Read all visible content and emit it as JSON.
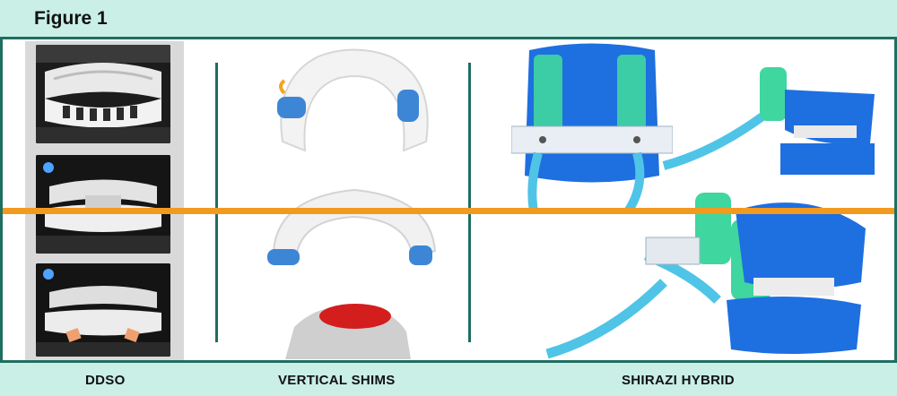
{
  "figure": {
    "title": "Figure 1"
  },
  "panels": [
    {
      "label": "DDSO"
    },
    {
      "label": "VERTICAL SHIMS"
    },
    {
      "label": "SHIRAZI HYBRID"
    }
  ],
  "colors": {
    "header_bg": "#c9efe6",
    "frame": "#1f6e62",
    "accent_line": "#f29a1f",
    "appliance_blue": "#1e6fe0",
    "tube_cyan": "#4fc4e6",
    "filter_green": "#3fd6a0",
    "shim_red": "#d41d1d"
  },
  "icons": [
    "rotate-arrow-icon",
    "blue-dot-icon"
  ]
}
